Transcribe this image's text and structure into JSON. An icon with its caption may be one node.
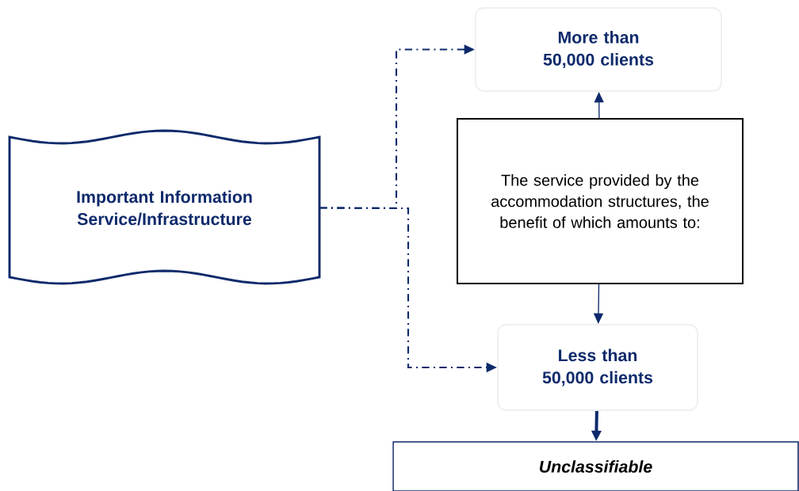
{
  "diagram": {
    "nodes": [
      {
        "text": [
          "Important Information Service/Infrastructure"
        ]
      },
      {
        "text": [
          "More than 50,000 clients"
        ]
      },
      {
        "text": [
          "The service provided by the accommodation structures, the benefit of which amounts to:"
        ]
      },
      {
        "text": [
          "Less than 50,000 clients"
        ]
      },
      {
        "text": [
          "Unclassifiable"
        ]
      }
    ],
    "edges": [
      {
        "from": 0,
        "to": 1,
        "arrow": "to",
        "style": "dashed"
      },
      {
        "from": 0,
        "to": 3,
        "arrow": "to",
        "style": "dashed"
      },
      {
        "from": 2,
        "to": 1,
        "arrow": "to"
      },
      {
        "from": 2,
        "to": 3,
        "arrow": "to"
      },
      {
        "from": 3,
        "to": 4,
        "arrow": "to",
        "style": "thick"
      }
    ]
  }
}
